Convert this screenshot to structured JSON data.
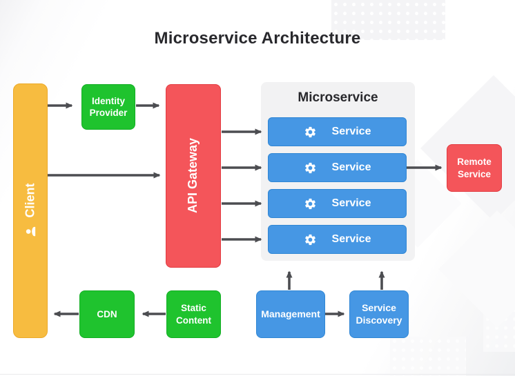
{
  "title": "Microservice Architecture",
  "colors": {
    "client_yellow": "#f7bc40",
    "green": "#1fc32e",
    "blue": "#4697e4",
    "red": "#f4555a",
    "panel_gray": "#f2f2f3",
    "arrow_gray": "#4c4d51",
    "title_text": "#28282c"
  },
  "nodes": {
    "client": {
      "label": "Client",
      "icon": "person-icon"
    },
    "identity_provider": {
      "label": "Identity Provider"
    },
    "api_gateway": {
      "label": "API Gateway"
    },
    "microservice_panel": {
      "title": "Microservice"
    },
    "services": [
      {
        "label": "Service",
        "icon": "gear-icon"
      },
      {
        "label": "Service",
        "icon": "gear-icon"
      },
      {
        "label": "Service",
        "icon": "gear-icon"
      },
      {
        "label": "Service",
        "icon": "gear-icon"
      }
    ],
    "remote_service": {
      "label": "Remote Service"
    },
    "cdn": {
      "label": "CDN"
    },
    "static_content": {
      "label": "Static Content"
    },
    "management": {
      "label": "Management"
    },
    "service_discovery": {
      "label": "Service Discovery"
    }
  }
}
